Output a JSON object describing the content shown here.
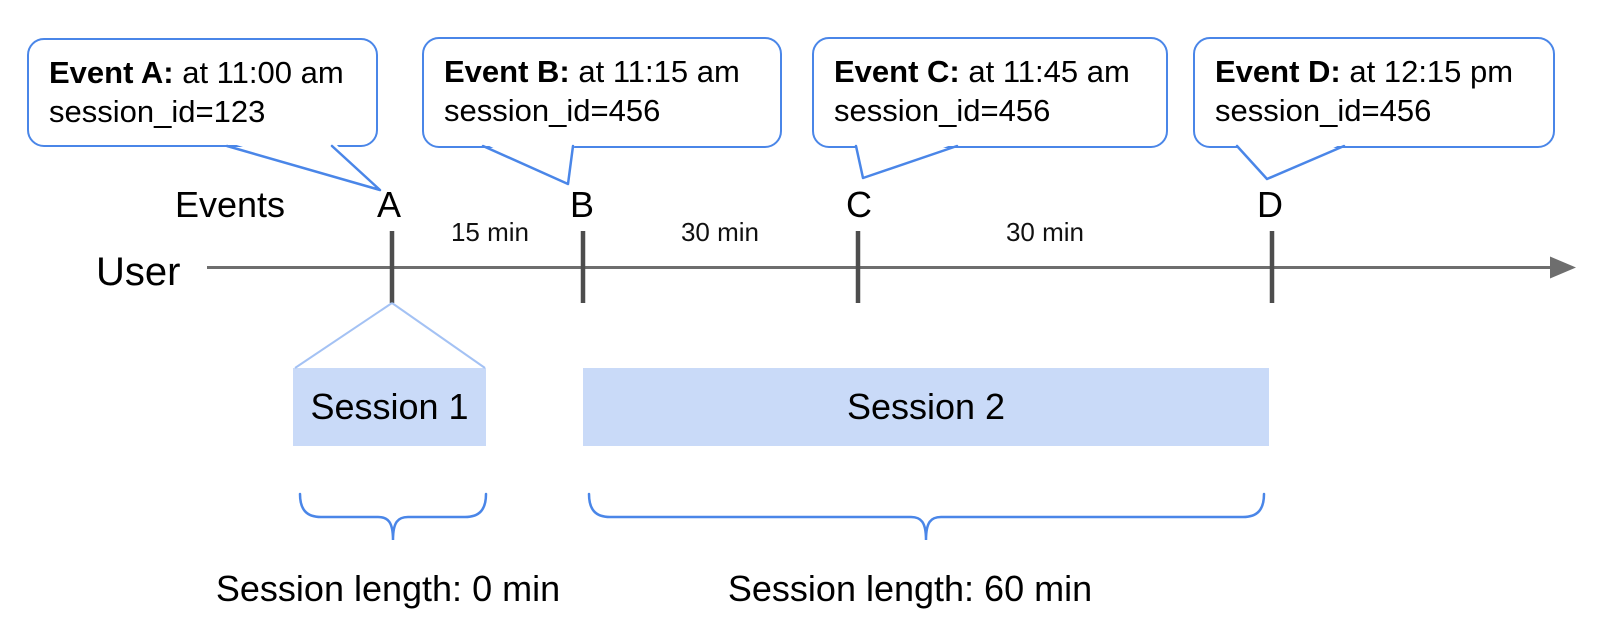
{
  "colors": {
    "accent-blue": "#4a86e8",
    "funnel-blue": "#a4c2f4",
    "session-fill": "#c9daf8",
    "line-gray": "#6e6e6e",
    "tick-gray": "#4d4d4d",
    "text-black": "#000000"
  },
  "callouts": [
    {
      "event": "A",
      "title": "Event A:",
      "time": "at 11:00 am",
      "session": "session_id=123"
    },
    {
      "event": "B",
      "title": "Event B:",
      "time": "at 11:15 am",
      "session": "session_id=456"
    },
    {
      "event": "C",
      "title": "Event C:",
      "time": "at 11:45 am",
      "session": "session_id=456"
    },
    {
      "event": "D",
      "title": "Event D:",
      "time": "at 12:15 pm",
      "session": "session_id=456"
    }
  ],
  "events_row": {
    "label": "Events",
    "markers": [
      "A",
      "B",
      "C",
      "D"
    ]
  },
  "timeline": {
    "owner_label": "User",
    "intervals": [
      "15 min",
      "30 min",
      "30 min"
    ]
  },
  "sessions": [
    {
      "label": "Session 1",
      "length": "Session length: 0 min"
    },
    {
      "label": "Session 2",
      "length": "Session length: 60 min"
    }
  ]
}
